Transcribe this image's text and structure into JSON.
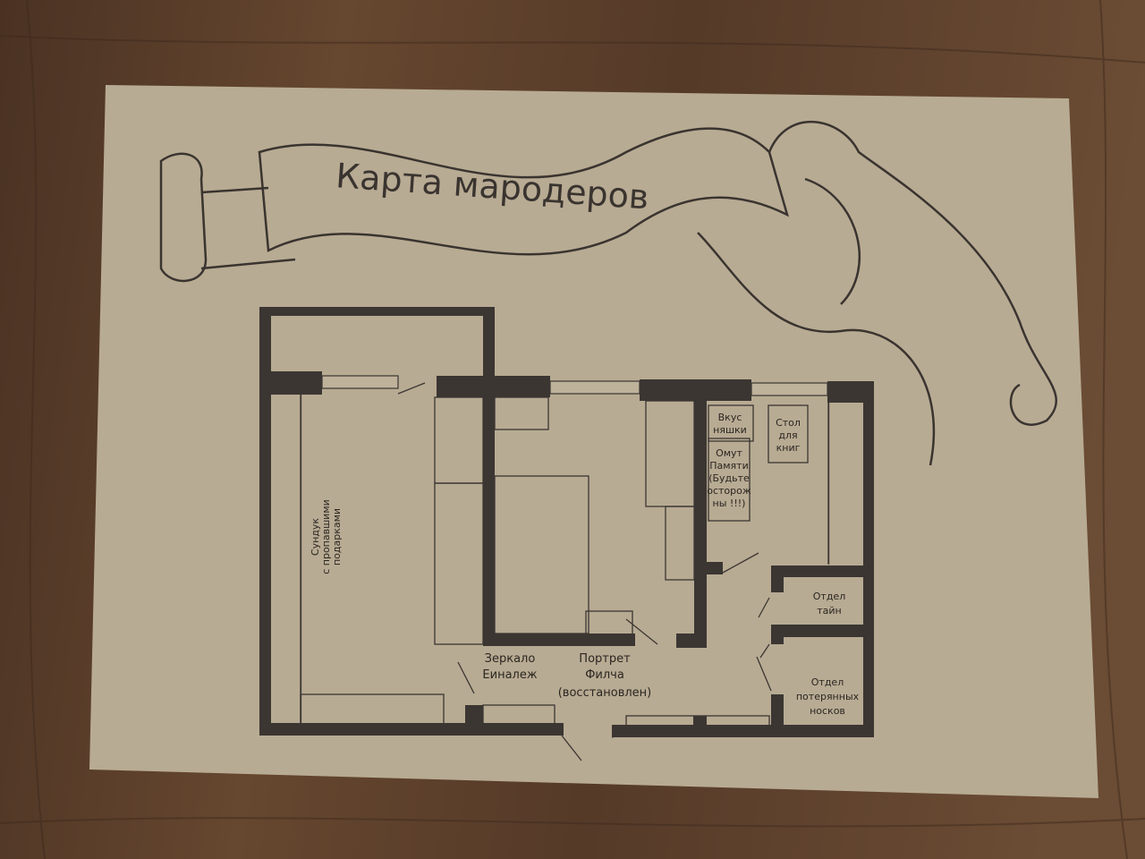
{
  "title": "Карта мародеров",
  "rooms": {
    "chest": [
      "Сундук",
      "с пропавшими",
      "подарками"
    ],
    "sweets": [
      "Вкус",
      "няшки"
    ],
    "pensieve": [
      "Омут",
      "Памяти",
      "(Будьте",
      "осторож",
      "ны !!!)"
    ],
    "books": [
      "Стол",
      "для",
      "книг"
    ],
    "mirror": [
      "Зеркало",
      "Еиналеж"
    ],
    "portrait": [
      "Портрет",
      "Филча",
      "(восстановлен)"
    ],
    "secrets": [
      "Отдел",
      "тайн"
    ],
    "socks": [
      "Отдел",
      "потерянных",
      "носков"
    ]
  },
  "colors": {
    "wood": "#5a3e2b",
    "paper": "#b8ab93",
    "ink": "#3b3632"
  }
}
